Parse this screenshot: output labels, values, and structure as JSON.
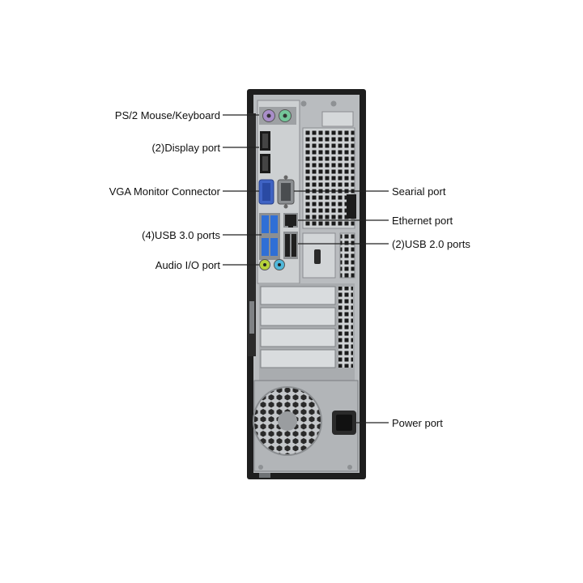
{
  "callouts": {
    "ps2": "PS/2 Mouse/Keyboard",
    "display": "(2)Display port",
    "vga": "VGA Monitor Connector",
    "usb3": "(4)USB 3.0 ports",
    "audio": "Audio I/O port",
    "serial": "Searial port",
    "ethernet": "Ethernet port",
    "usb2": "(2)USB 2.0 ports",
    "power": "Power port"
  },
  "colors": {
    "chassis": "#1e1e1e",
    "panel": "#b9bcbf",
    "ps2_mouse": "#74c69a",
    "ps2_keyboard": "#a98ec9",
    "vga": "#3f63c4",
    "usb3": "#2f6fd6",
    "audio_green": "#b7d23a",
    "audio_blue": "#51b8da"
  }
}
